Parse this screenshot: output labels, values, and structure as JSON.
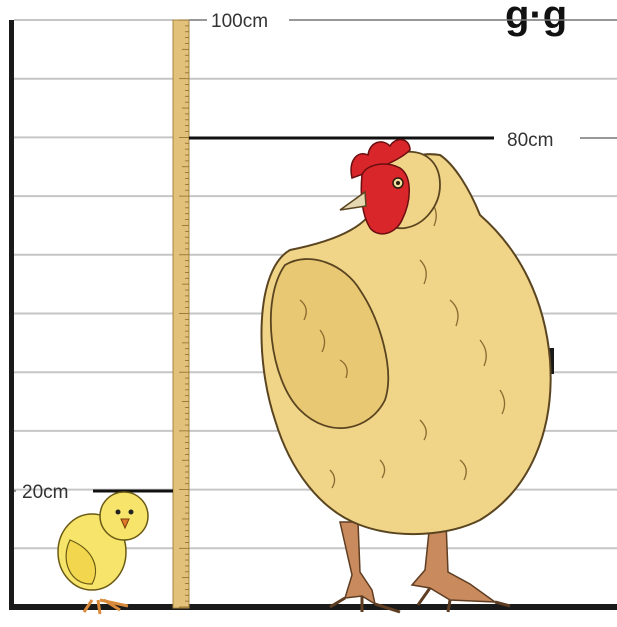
{
  "header": {
    "partial_title": "g·g"
  },
  "scale": {
    "marks": [
      {
        "value": 100,
        "label": "100cm"
      },
      {
        "value": 80,
        "label": "80cm"
      },
      {
        "value": 20,
        "label": "20cm"
      }
    ],
    "unit": "cm"
  },
  "subjects": [
    {
      "name": "chick",
      "height_cm": 20
    },
    {
      "name": "hen",
      "height_cm": 80
    }
  ],
  "colors": {
    "grid_line": "#c6c6c6",
    "axis": "#1a1a1a",
    "ruler_fill": "#e2c27a",
    "ruler_tick": "#8a6a2a",
    "hen_body": "#f0d488",
    "hen_shade": "#d9b55e",
    "comb": "#d8262b",
    "beak": "#e6d8b0",
    "chick_body": "#f7e46a",
    "legs": "#c98a5e"
  }
}
